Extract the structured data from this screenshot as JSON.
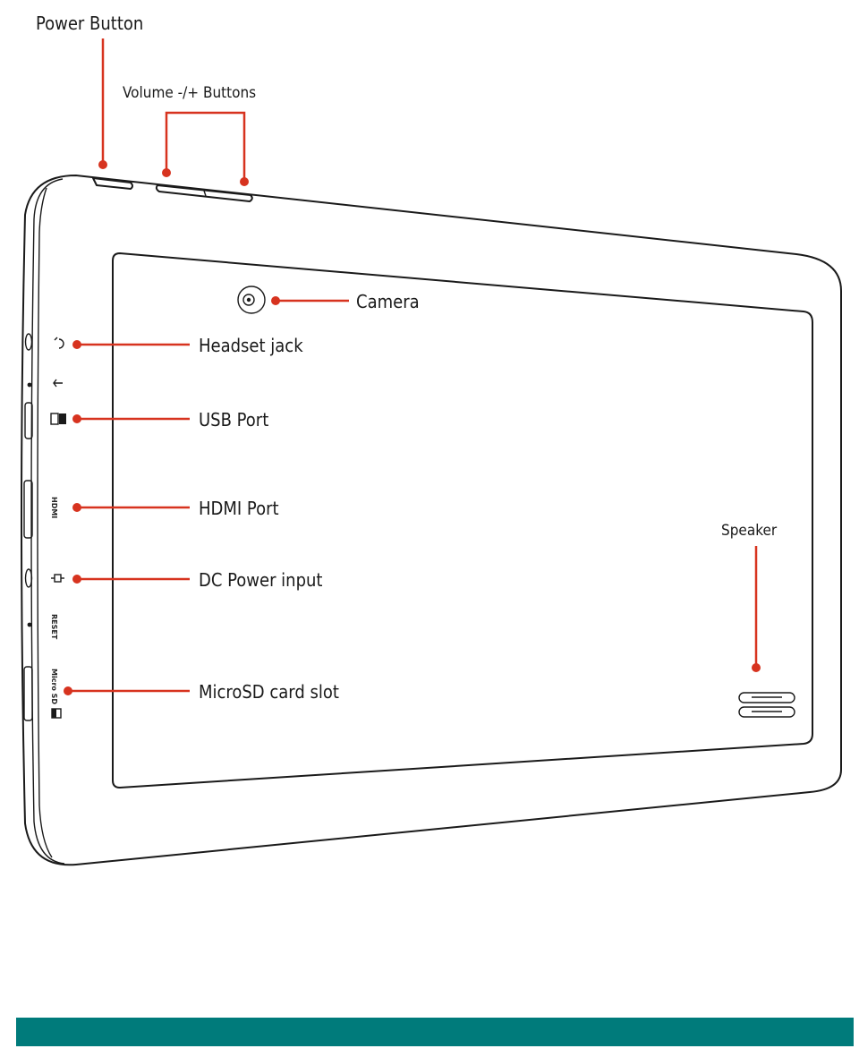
{
  "labels": {
    "power_button": "Power Button",
    "volume_buttons": "Volume -/+ Buttons",
    "camera": "Camera",
    "headset_jack": "Headset jack",
    "usb_port": "USB Port",
    "hdmi_port": "HDMI Port",
    "dc_power_input": "DC Power input",
    "microsd_slot": "MicroSD card slot",
    "speaker": "Speaker"
  },
  "side_markings": {
    "hdmi": "HDMI",
    "reset": "RESET",
    "micro_sd": "Micro SD"
  },
  "colors": {
    "callout": "#d7331f",
    "footer_bar": "#007b7b",
    "outline": "#1a1a1a"
  }
}
